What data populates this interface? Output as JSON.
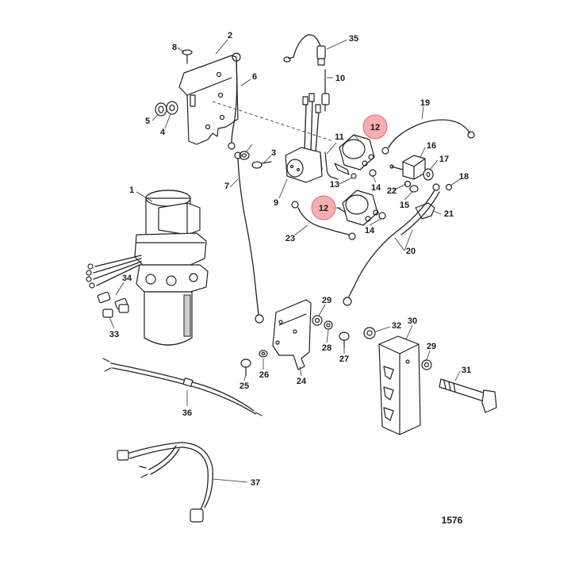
{
  "callouts": [
    {
      "id": "c1",
      "text": "1"
    },
    {
      "id": "c2",
      "text": "2"
    },
    {
      "id": "c3",
      "text": "3"
    },
    {
      "id": "c4",
      "text": "4"
    },
    {
      "id": "c5",
      "text": "5"
    },
    {
      "id": "c6",
      "text": "6"
    },
    {
      "id": "c7",
      "text": "7"
    },
    {
      "id": "c8",
      "text": "8"
    },
    {
      "id": "c9",
      "text": "9"
    },
    {
      "id": "c10",
      "text": "10"
    },
    {
      "id": "c11",
      "text": "11"
    },
    {
      "id": "c12a",
      "text": "12",
      "highlighted": true
    },
    {
      "id": "c12b",
      "text": "12",
      "highlighted": true
    },
    {
      "id": "c13",
      "text": "13"
    },
    {
      "id": "c14a",
      "text": "14"
    },
    {
      "id": "c14b",
      "text": "14"
    },
    {
      "id": "c15",
      "text": "15"
    },
    {
      "id": "c16",
      "text": "16"
    },
    {
      "id": "c17",
      "text": "17"
    },
    {
      "id": "c18",
      "text": "18"
    },
    {
      "id": "c19",
      "text": "19"
    },
    {
      "id": "c20",
      "text": "20"
    },
    {
      "id": "c21",
      "text": "21"
    },
    {
      "id": "c22",
      "text": "22"
    },
    {
      "id": "c23",
      "text": "23"
    },
    {
      "id": "c24",
      "text": "24"
    },
    {
      "id": "c25",
      "text": "25"
    },
    {
      "id": "c26",
      "text": "26"
    },
    {
      "id": "c27",
      "text": "27"
    },
    {
      "id": "c28",
      "text": "28"
    },
    {
      "id": "c29a",
      "text": "29"
    },
    {
      "id": "c29b",
      "text": "29"
    },
    {
      "id": "c30",
      "text": "30"
    },
    {
      "id": "c31",
      "text": "31"
    },
    {
      "id": "c32",
      "text": "32"
    },
    {
      "id": "c33",
      "text": "33"
    },
    {
      "id": "c34",
      "text": "34"
    },
    {
      "id": "c35",
      "text": "35"
    },
    {
      "id": "c36",
      "text": "36"
    },
    {
      "id": "c37",
      "text": "37"
    }
  ],
  "diagram_ref": "1576",
  "colors": {
    "line": "#222222",
    "highlight_fill": "#f4a0a4",
    "highlight_stroke": "#e06a70",
    "background": "#ffffff"
  }
}
